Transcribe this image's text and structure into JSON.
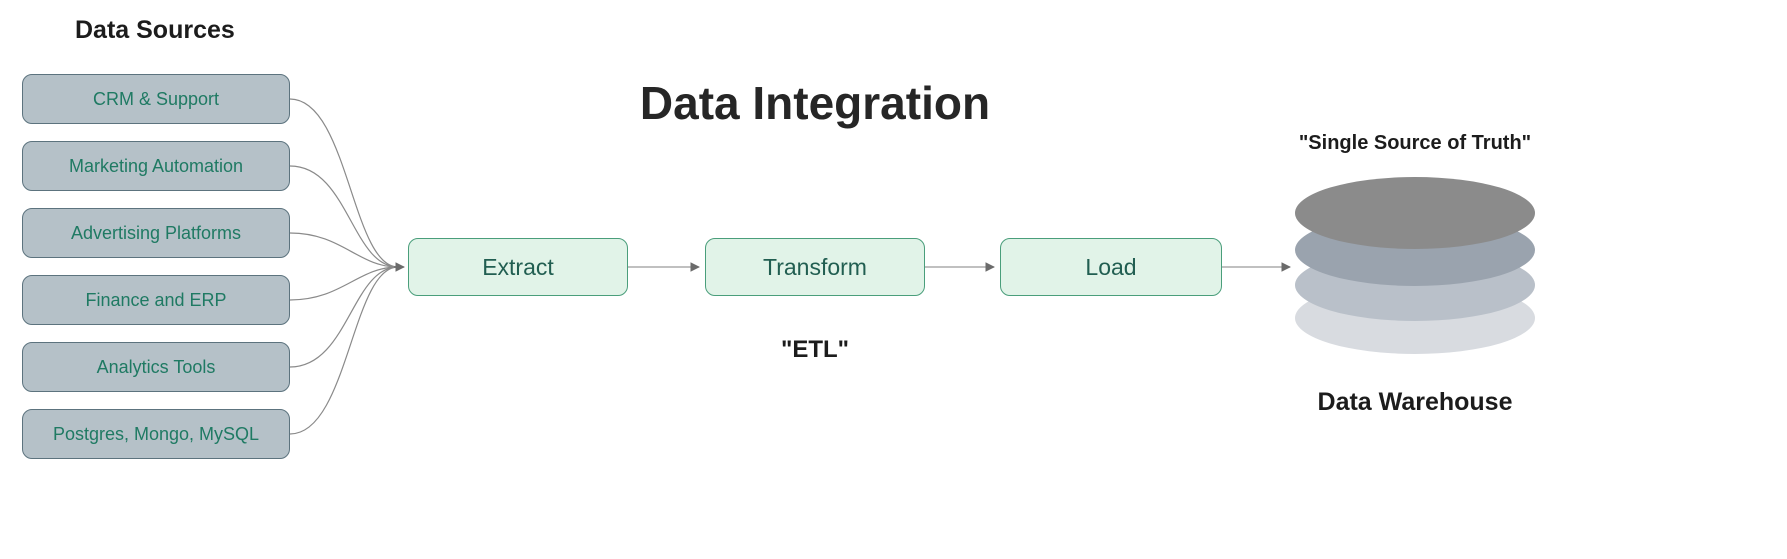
{
  "diagram": {
    "title": "Data Integration",
    "sources_title": "Data Sources",
    "sources": [
      {
        "label": "CRM & Support"
      },
      {
        "label": "Marketing Automation"
      },
      {
        "label": "Advertising Platforms"
      },
      {
        "label": "Finance and ERP"
      },
      {
        "label": "Analytics Tools"
      },
      {
        "label": "Postgres, Mongo, MySQL"
      }
    ],
    "etl_steps": [
      {
        "label": "Extract"
      },
      {
        "label": "Transform"
      },
      {
        "label": "Load"
      }
    ],
    "etl_caption": "\"ETL\"",
    "warehouse_caption_top": "\"Single Source of Truth\"",
    "warehouse_label": "Data Warehouse",
    "colors": {
      "source_fill": "#b5c1c8",
      "source_border": "#5c737e",
      "source_text": "#1f7a63",
      "step_fill": "#e1f3e8",
      "step_border": "#4a9e7b",
      "step_text": "#215e51",
      "connector": "#8a8a8a",
      "cylinder_layer_1": "#8b8b8b",
      "cylinder_layer_2": "#9aa3ae",
      "cylinder_layer_3": "#b9c0c9",
      "cylinder_layer_4": "#d8dbe0"
    }
  }
}
